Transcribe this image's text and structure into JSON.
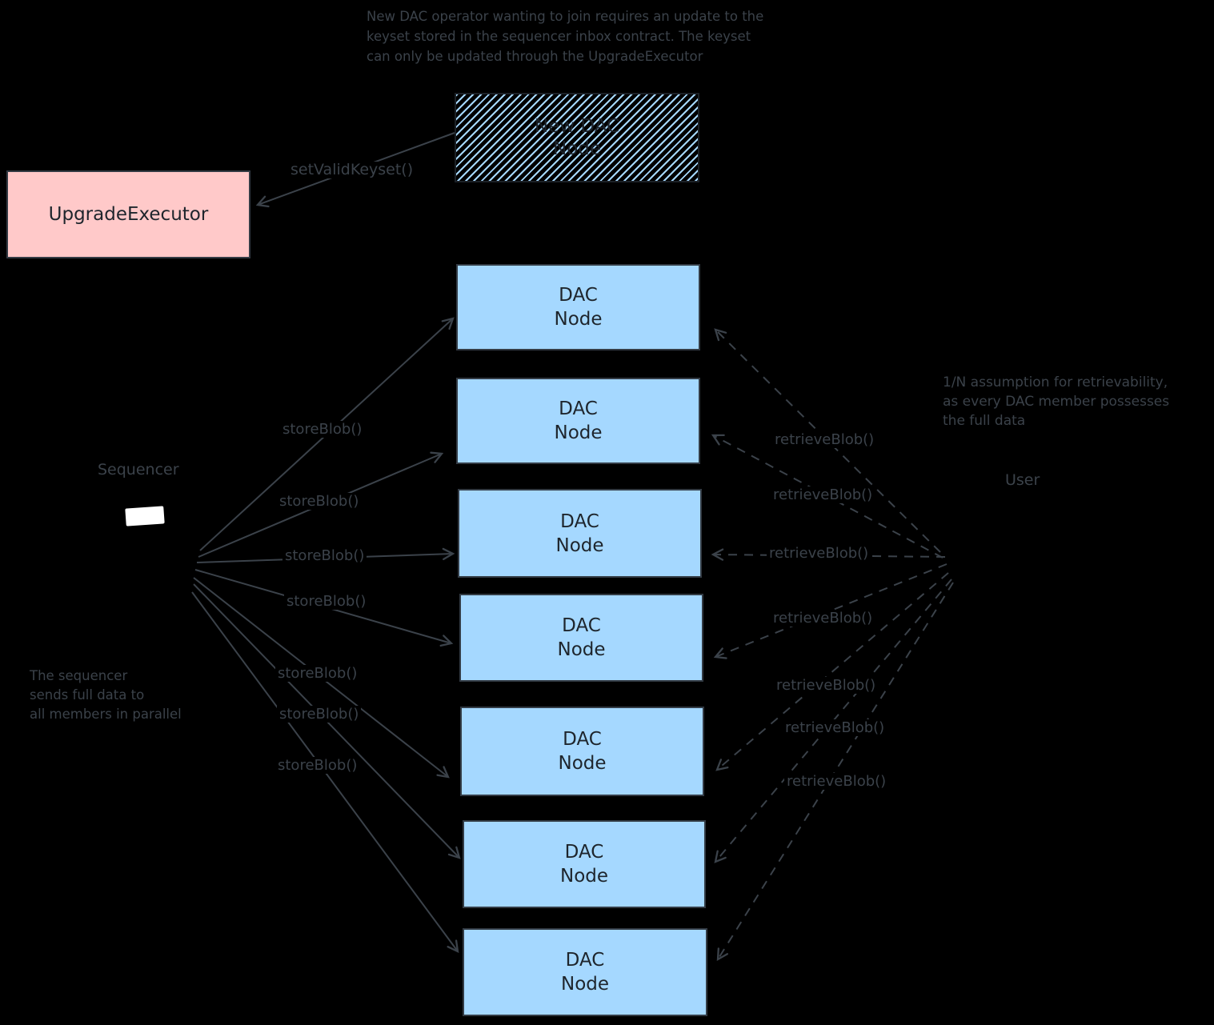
{
  "colors": {
    "background": "#000000",
    "dac_node_fill": "#a5d8ff",
    "upgrade_executor_fill": "#ffc9c9",
    "ink": "#3b424a",
    "box_text": "#1e252c"
  },
  "notes": {
    "top": [
      "New DAC operator wanting to join requires an update to the",
      "keyset stored in the sequencer inbox contract. The keyset",
      "can only be updated through the UpgradeExecutor"
    ],
    "right": [
      "1/N assumption for retrievability,",
      "as every DAC member possesses",
      "the full data"
    ],
    "left": [
      "The sequencer",
      "sends full data to",
      "all members in parallel"
    ]
  },
  "actors": {
    "sequencer": "Sequencer",
    "user": "User"
  },
  "nodes": {
    "upgrade_executor": "UpgradeExecutor",
    "new_dac_node": {
      "line1": "New DAC",
      "line2": "Node"
    },
    "dac_nodes": [
      {
        "line1": "DAC",
        "line2": "Node"
      },
      {
        "line1": "DAC",
        "line2": "Node"
      },
      {
        "line1": "DAC",
        "line2": "Node"
      },
      {
        "line1": "DAC",
        "line2": "Node"
      },
      {
        "line1": "DAC",
        "line2": "Node"
      },
      {
        "line1": "DAC",
        "line2": "Node"
      },
      {
        "line1": "DAC",
        "line2": "Node"
      }
    ]
  },
  "edges": {
    "set_valid_keyset": "setValidKeyset()",
    "store_blob": "storeBlob()",
    "retrieve_blob": "retrieveBlob()"
  }
}
